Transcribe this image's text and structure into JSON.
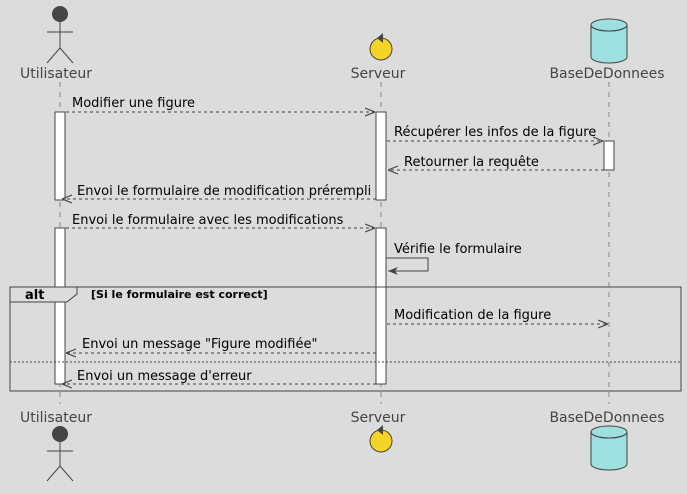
{
  "participants": {
    "user": {
      "label": "Utilisateur",
      "kind": "actor"
    },
    "server": {
      "label": "Serveur",
      "kind": "control"
    },
    "db": {
      "label": "BaseDeDonnees",
      "kind": "database"
    }
  },
  "messages": {
    "m1": "Modifier une figure",
    "m2": "Récupérer les infos de la figure",
    "m3": "Retourner la requête",
    "m4": "Envoi le formulaire de modification prérempli",
    "m5": "Envoi le formulaire avec les modifications",
    "m6": "Vérifie le formulaire",
    "m7": "Modification de la figure",
    "m8": "Envoi un message \"Figure modifiée\"",
    "m9": "Envoi un message d'erreur"
  },
  "fragment": {
    "type": "alt",
    "guard": "[Si le formulaire est correct]"
  },
  "colors": {
    "background": "#dcdcdc",
    "actor": "#454545",
    "control": "#f5d327",
    "database": "#9de0e0",
    "activation": "#ffffff",
    "lifeline": "#888888"
  }
}
